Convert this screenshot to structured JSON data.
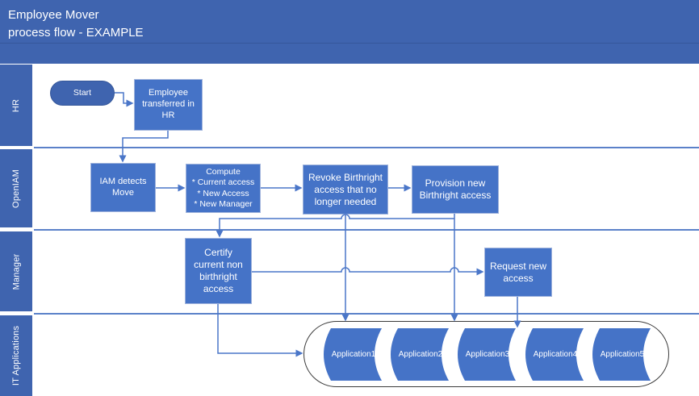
{
  "title": {
    "line1": "Employee Mover",
    "line2": " process flow - EXAMPLE"
  },
  "lanes": [
    "HR",
    "OpenIAM",
    "Manager",
    "IT Applications"
  ],
  "nodes": {
    "start": "Start",
    "employee": "Employee transferred in HR",
    "iam": "IAM detects Move",
    "compute": {
      "lines": [
        "Compute",
        "* Current access",
        "* New Access",
        "* New Manager"
      ]
    },
    "revoke": "Revoke Birthright access that no longer needed",
    "provision": "Provision new Birthright access",
    "certify": "Certify current non birthright access",
    "request": "Request new access"
  },
  "applications": [
    "Application1",
    "Application2",
    "Application3",
    "Application4",
    "Application5"
  ],
  "colors": {
    "header_blue": "#3f64af",
    "node_blue": "#4573c7",
    "connector_blue": "#4a76c8",
    "lane_divider_blue": "#5b81c9",
    "oval_border": "#3b3b3b",
    "text": "#ffffff"
  }
}
